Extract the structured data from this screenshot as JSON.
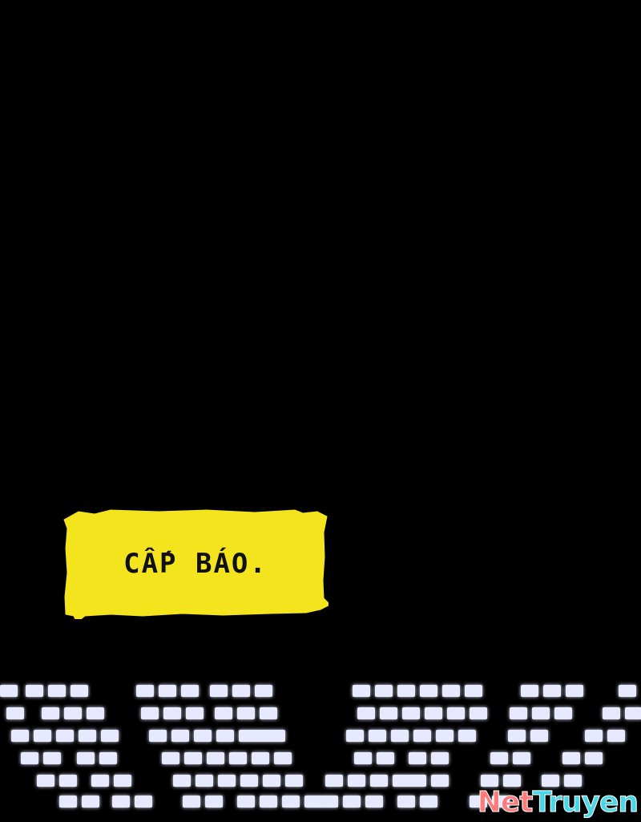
{
  "caption": {
    "text": "CẤP BÁO.",
    "color": "#f4e41e"
  },
  "watermark": {
    "part_a": "Net",
    "part_b": "Truyen",
    "color_a": "#ff7a7a",
    "color_b": "#49d6e6"
  },
  "scene": {
    "background": "#000000",
    "window_light_color": "#e6e9ff"
  }
}
